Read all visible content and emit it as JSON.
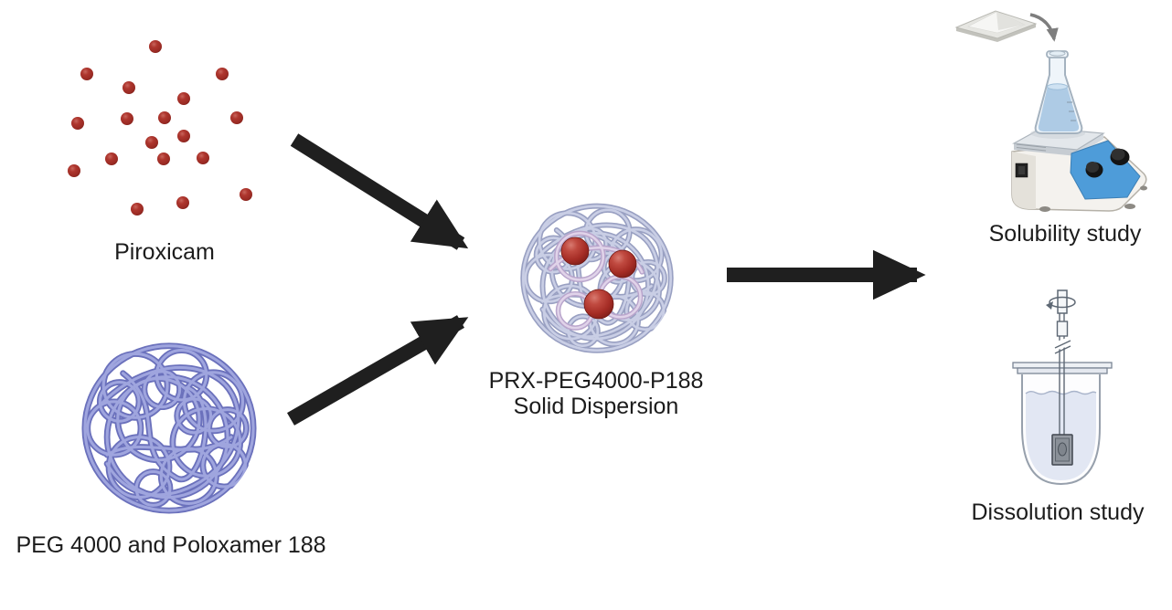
{
  "diagram": {
    "nodes": [
      {
        "id": "piroxicam",
        "label": "Piroxicam",
        "icon": "drug-particles-icon"
      },
      {
        "id": "carriers",
        "label": "PEG 4000 and Poloxamer 188",
        "icon": "polymer-coil-icon"
      },
      {
        "id": "dispersion",
        "label_line1": "PRX-PEG4000-P188",
        "label_line2": "Solid Dispersion",
        "icon": "polymer-coil-with-drug-icon"
      },
      {
        "id": "solubility",
        "label": "Solubility study",
        "icon": "flask-on-magnetic-stirrer-icon"
      },
      {
        "id": "dissolution",
        "label": "Dissolution study",
        "icon": "dissolution-vessel-icon"
      }
    ],
    "arrows": [
      {
        "from": "piroxicam",
        "to": "dispersion"
      },
      {
        "from": "carriers",
        "to": "dispersion"
      },
      {
        "from": "dispersion",
        "to": "solubility / dissolution"
      }
    ],
    "particle_count": 18,
    "dispersion_sphere_count": 3
  },
  "colors": {
    "background": "#FFFFFF",
    "text_color": "#1C1C1C",
    "arrow_black": "#1F1F1F",
    "drug_red": "#A93129",
    "polymer_dark": "#6B71BC",
    "polymer_light": "#9FA5DE",
    "dispersion_dark": "#99A0C2",
    "dispersion_light": "#C9CEE5",
    "dispersion_pink_dark": "#B9A5CC",
    "dispersion_pink_light": "#E0D3E9",
    "flask_liquid": "#AECBE5",
    "stirrer_panel_blue": "#4E9CD9",
    "vessel_liquid": "#E2E7F3",
    "gray_arrow": "#7E7E7E",
    "apparatus_outline": "#5E6874"
  }
}
